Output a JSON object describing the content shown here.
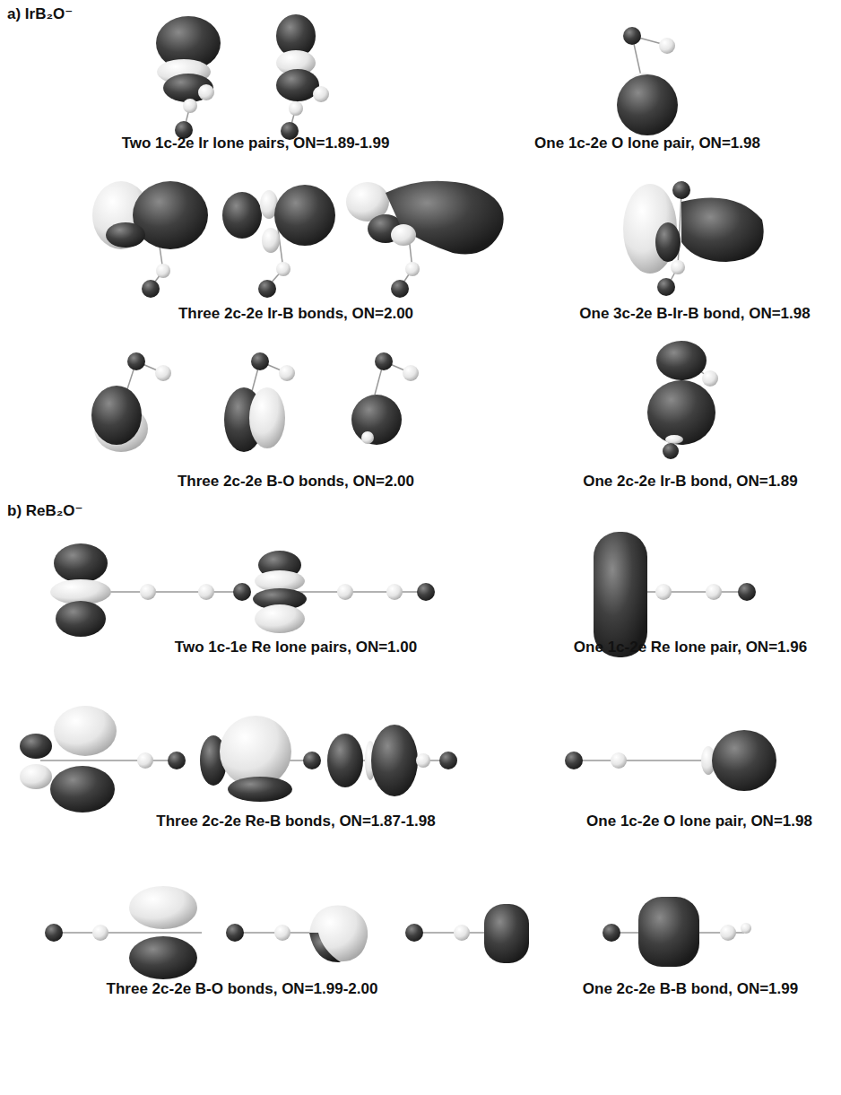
{
  "diagram": {
    "labels": [
      "a) IrB₂O⁻",
      "Two 1c-2e Ir lone pairs, ON=1.89-1.99",
      "One 1c-2e O lone pair, ON=1.98",
      "Three 2c-2e Ir-B bonds, ON=2.00",
      "One 3c-2e B-Ir-B bond, ON=1.98",
      "Three 2c-2e B-O bonds, ON=2.00",
      "One 2c-2e Ir-B bond, ON=1.89",
      "b) ReB₂O⁻",
      "Two 1c-1e Re lone pairs, ON=1.00",
      "One 1c-2e Re lone pair, ON=1.96",
      "Three 2c-2e Re-B bonds, ON=1.87-1.98",
      "One 1c-2e O lone pair, ON=1.98",
      "Three 2c-2e B-O bonds, ON=1.99-2.00",
      "One 2c-2e B-B bond, ON=1.99"
    ]
  }
}
